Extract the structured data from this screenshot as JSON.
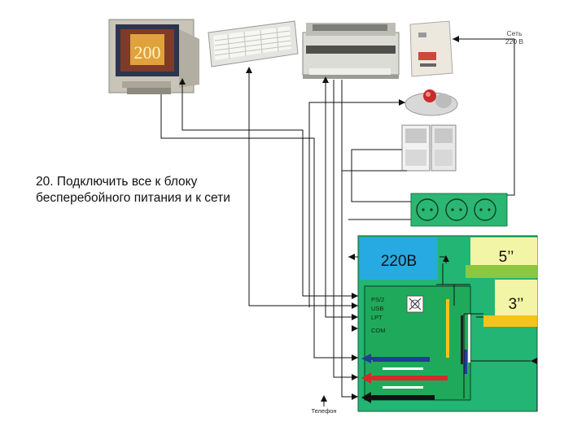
{
  "caption": {
    "line1": "20. Подключить все к блоку",
    "line2": "бесперебойного питания и к сети"
  },
  "mains_label": {
    "line1": "Сеть",
    "line2": "220 В"
  },
  "system_unit": {
    "psu_label": "220В",
    "drive_5_label": "5’’",
    "drive_3_label": "3’’",
    "ports": [
      "PS/2",
      "USB",
      "LPT",
      "COM"
    ],
    "telephone_label": "Телефон"
  },
  "monitor_screen_text": "200",
  "colors": {
    "case_green": "#22b573",
    "psu_cyan": "#27aae1",
    "drive_yellow": "#f3f5a6",
    "drive_bar_green": "#8dc63f",
    "drive_bar_yellow": "#f7c21b",
    "board_green": "#1faa5b",
    "surge_protector_green": "#2bb673",
    "cable_blue": "#1f3d99",
    "cable_red": "#d42a2a",
    "cable_black": "#111111"
  }
}
